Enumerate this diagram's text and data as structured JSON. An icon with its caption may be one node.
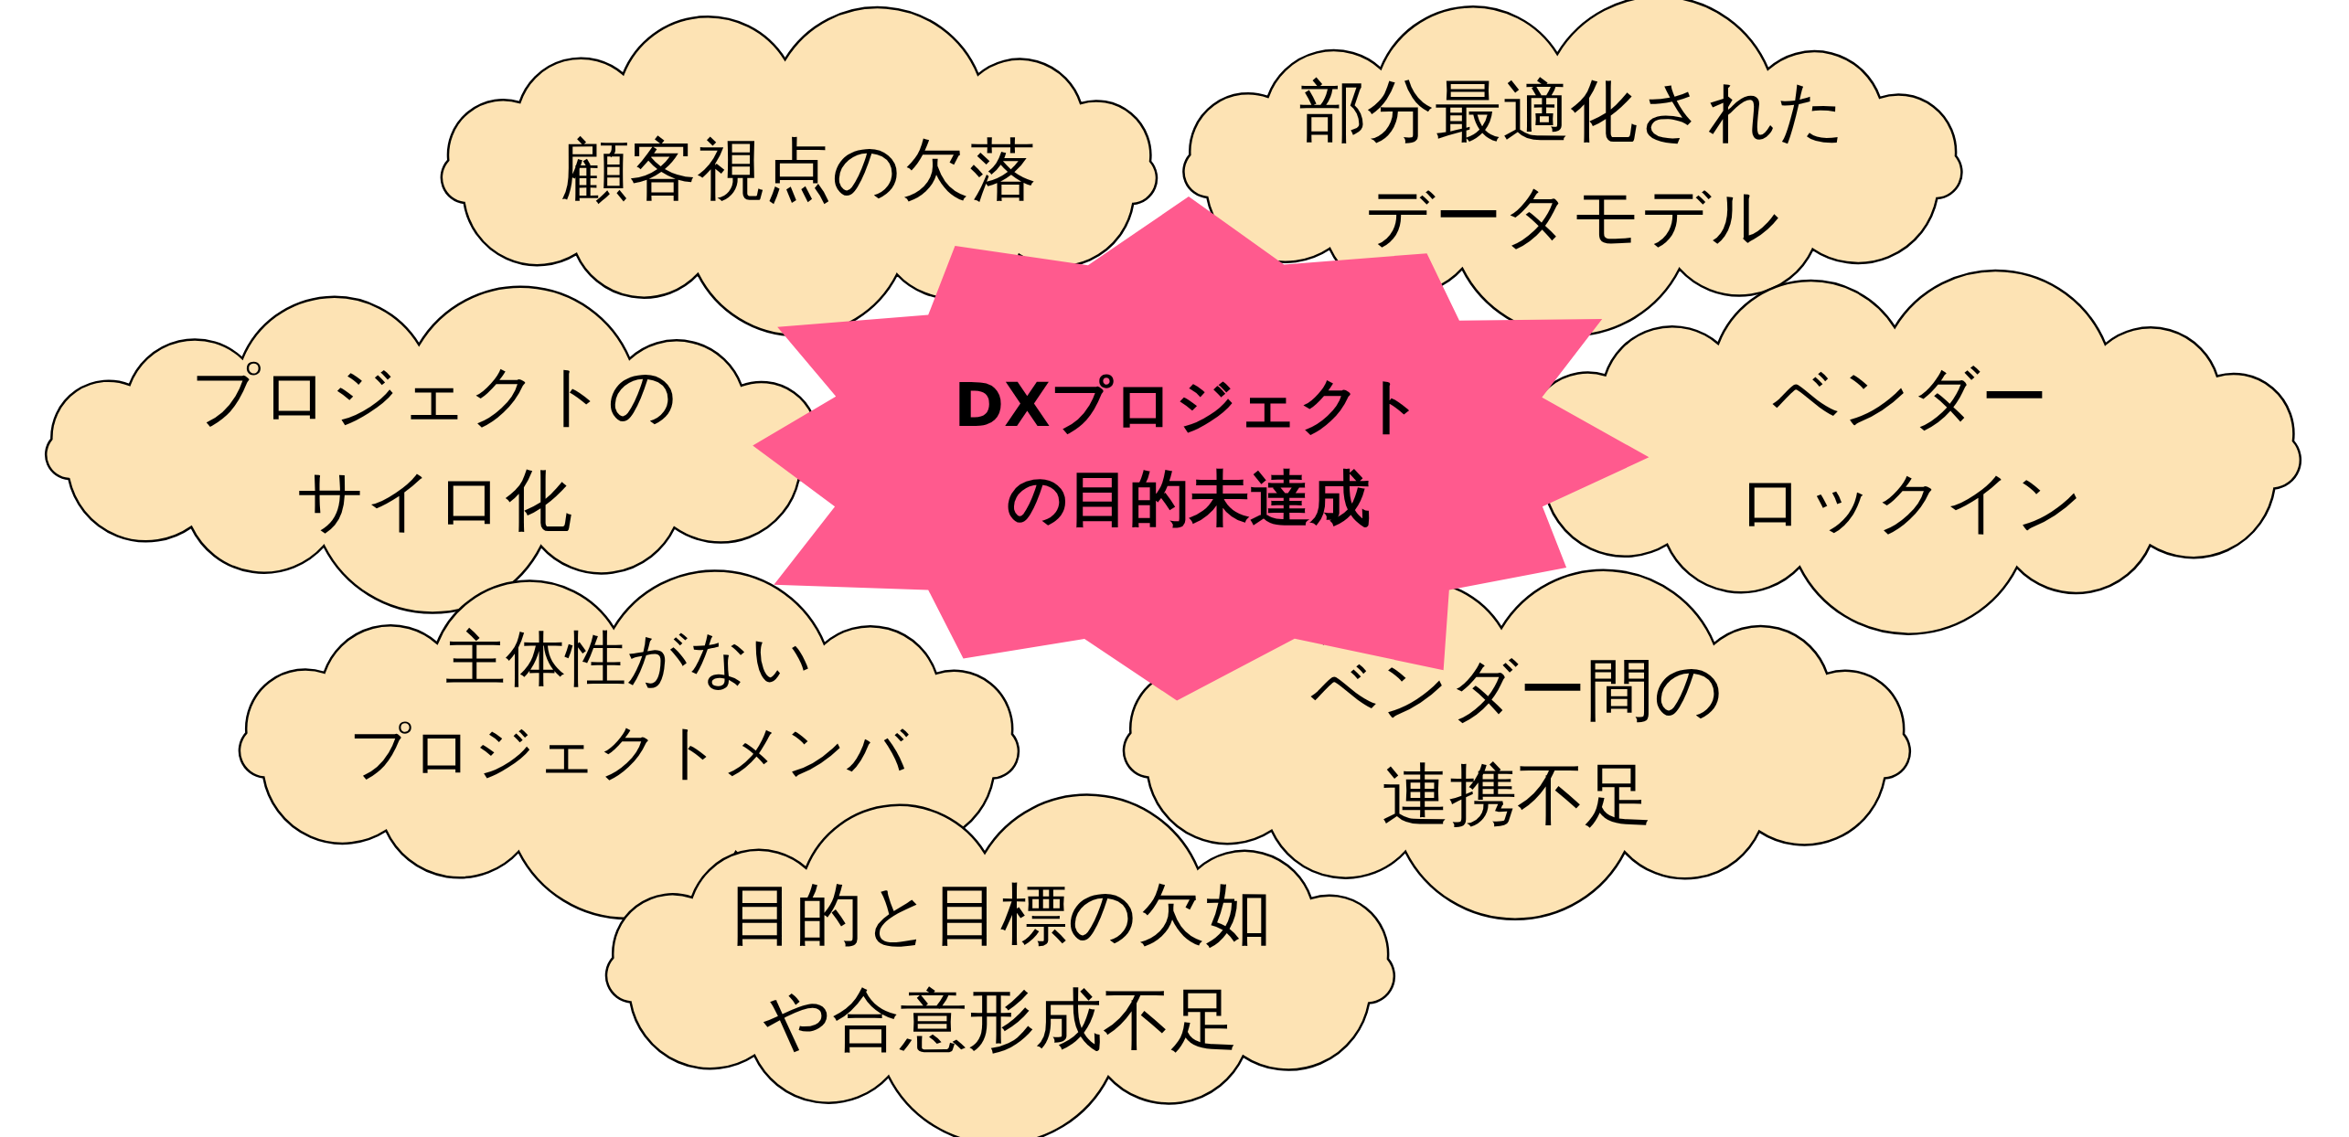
{
  "diagram": {
    "nodes": [
      {
        "text": [
          "顧客視点の欠落"
        ]
      },
      {
        "text": [
          "部分最適化されたデータモデル"
        ]
      },
      {
        "text": [
          "プロジェクトのサイロ化"
        ]
      },
      {
        "text": [
          "DXプロジェクトの目的未達成"
        ]
      },
      {
        "text": [
          "ベンダーロックイン"
        ]
      },
      {
        "text": [
          "主体性がないプロジェクトメンバ"
        ]
      },
      {
        "text": [
          "ベンダー間の連携不足"
        ]
      },
      {
        "text": [
          "目的と目標の欠如や合意形成不足"
        ]
      }
    ]
  }
}
